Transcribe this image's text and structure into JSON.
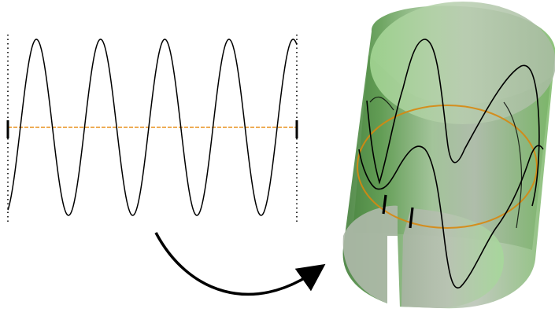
{
  "diagram": {
    "flat_wave": {
      "periods": 4.5,
      "phase": "starts-near-trough",
      "stroke": "#000000"
    },
    "center_line": {
      "style": "dashed",
      "color": "#e8921e"
    },
    "boundary_lines": {
      "style": "dotted",
      "color": "#000000"
    },
    "endpoint_marks": {
      "color": "#000000"
    },
    "transform_arrow": {
      "direction": "left-to-right",
      "color": "#000000"
    },
    "cylinder": {
      "fill_light": "#a8d89a",
      "fill_mid": "#6fae5e",
      "fill_dark": "#3d7a34",
      "gray_light": "#b8beb6",
      "wrap_circle_color": "#d8870e",
      "wrapped_wave_color": "#000000",
      "seam": "slit-visible"
    }
  }
}
